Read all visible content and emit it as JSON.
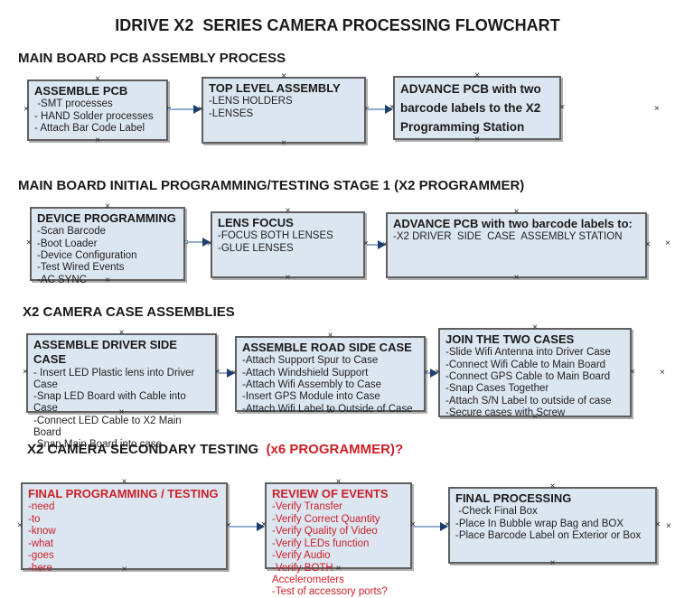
{
  "page": {
    "title": "IDRIVE X2  SERIES CAMERA PROCESSING FLOWCHART"
  },
  "colors": {
    "box_fill": "#dce6f1",
    "box_border": "#5f5f5f",
    "red_text": "#cc2128",
    "arrow_line": "#92accf",
    "arrow_head": "#1e3f6d",
    "black_text": "#1a1a1a"
  },
  "icons": {
    "connector_anchor": "×"
  },
  "sections": [
    {
      "header": "MAIN BOARD PCB ASSEMBLY PROCESS",
      "header_red": "",
      "boxes": [
        {
          "title": "ASSEMBLE PCB",
          "items": [
            " -SMT processes",
            "- HAND Solder processes",
            "- Attach Bar Code Label"
          ]
        },
        {
          "title": "TOP LEVEL ASSEMBLY",
          "items": [
            "-LENS HOLDERS",
            "-LENSES"
          ]
        },
        {
          "title": "ADVANCE PCB with two barcode labels to the X2 Programming Station",
          "items": []
        }
      ]
    },
    {
      "header": "MAIN BOARD INITIAL PROGRAMMING/TESTING STAGE 1 (X2 PROGRAMMER)",
      "header_red": "",
      "boxes": [
        {
          "title": "DEVICE PROGRAMMING",
          "items": [
            "-Scan Barcode",
            "-Boot Loader",
            "-Device Configuration",
            "-Test Wired Events",
            "-AC SYNC"
          ]
        },
        {
          "title": "LENS FOCUS",
          "items": [
            "-FOCUS BOTH LENSES",
            "-GLUE LENSES"
          ]
        },
        {
          "title": "ADVANCE PCB with two barcode labels to:",
          "items": [
            "-X2 DRIVER  SIDE  CASE  ASSEMBLY STATION"
          ]
        }
      ]
    },
    {
      "header": "X2 CAMERA CASE ASSEMBLIES",
      "header_red": "",
      "boxes": [
        {
          "title": "ASSEMBLE DRIVER SIDE CASE",
          "items": [
            "- Insert LED Plastic lens into Driver Case",
            "-Snap LED Board with Cable into Case",
            "-Connect LED Cable to X2 Main Board",
            "-Snap Main Board into case"
          ]
        },
        {
          "title": "ASSEMBLE ROAD SIDE CASE",
          "items": [
            "-Attach Support Spur to Case",
            "-Attach Windshield Support",
            "-Attach Wifi Assembly to Case",
            "-Insert GPS Module into Case",
            "-Attach Wifi Label to Outside of Case"
          ]
        },
        {
          "title": "JOIN THE TWO CASES",
          "items": [
            "-Slide Wifi Antenna into Driver Case",
            "-Connect Wifi Cable to Main Board",
            "-Connect GPS Cable to Main Board",
            "-Snap Cases Together",
            "-Attach S/N Label to outside of case",
            "-Secure cases with Screw"
          ]
        }
      ]
    },
    {
      "header": "X2 CAMERA SECONDARY TESTING ",
      "header_red": " (x6 PROGRAMMER)?",
      "boxes": [
        {
          "title": "FINAL PROGRAMMING / TESTING",
          "items": [
            "-need",
            "-to",
            "-know",
            "-what",
            "-goes",
            "-here"
          ]
        },
        {
          "title": "REVIEW OF EVENTS",
          "items": [
            "-Verify Transfer",
            "-Verify Correct Quantity",
            "-Verify Quality of Video",
            "-Verify LEDs function",
            "-Verify Audio",
            "-Verify BOTH Accelerometers",
            "-Test of accessory ports?"
          ]
        },
        {
          "title": "FINAL PROCESSING",
          "items": [
            " -Check Final Box",
            "-Place In Bubble wrap Bag and BOX",
            "-Place Barcode Label on Exterior or Box"
          ]
        }
      ]
    }
  ]
}
